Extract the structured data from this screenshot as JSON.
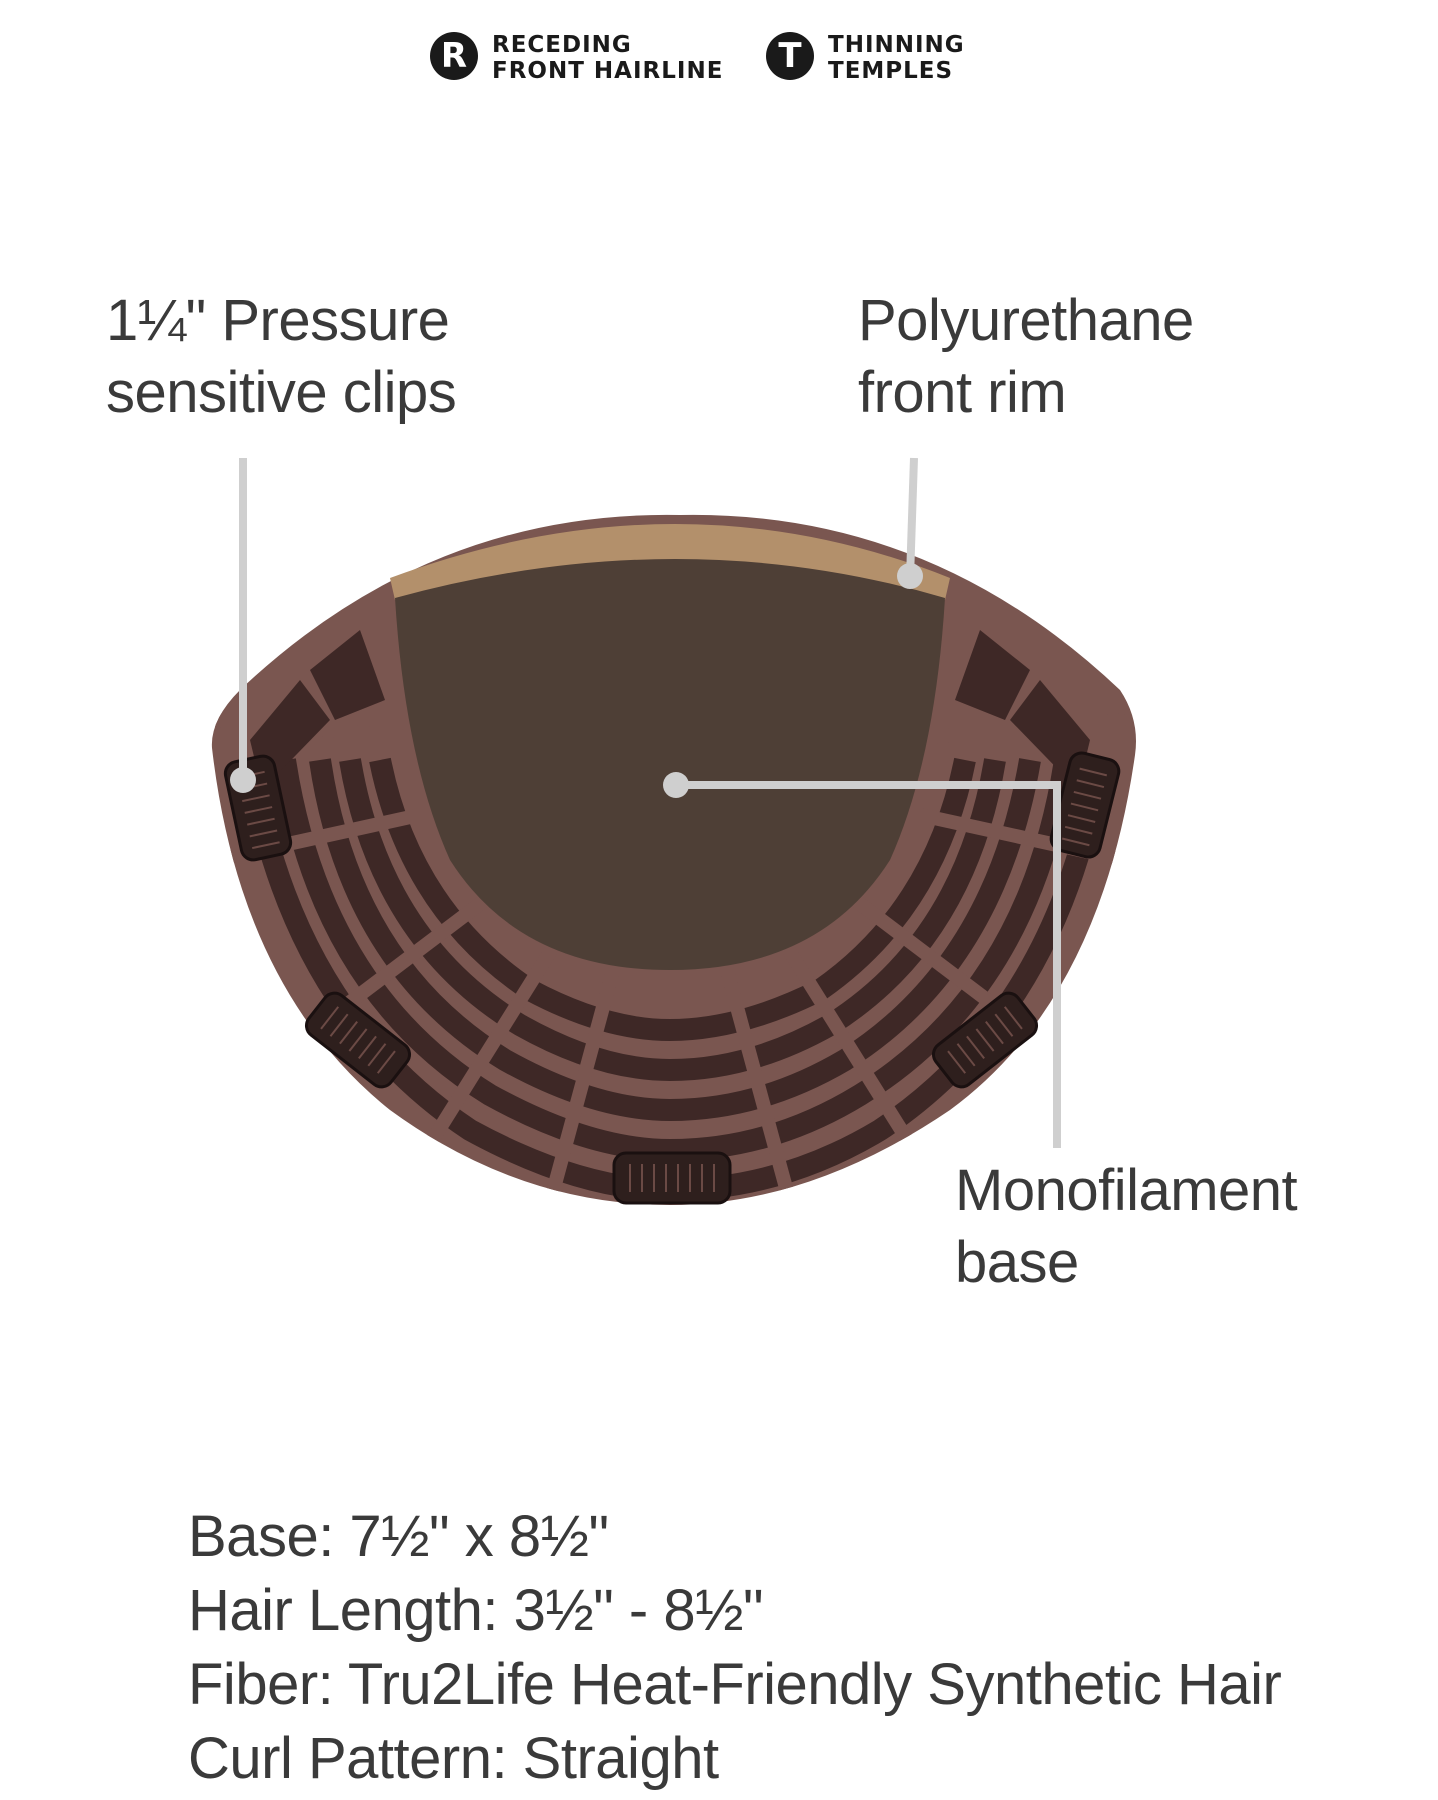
{
  "badges": [
    {
      "letter": "R",
      "line1": "RECEDING",
      "line2": "FRONT HAIRLINE",
      "icon": "receding-hairline-icon"
    },
    {
      "letter": "T",
      "line1": "THINNING",
      "line2": "TEMPLES",
      "icon": "thinning-temples-icon"
    }
  ],
  "callouts": {
    "clips": {
      "line1": "1¼\" Pressure",
      "line2": "sensitive clips"
    },
    "rim": {
      "line1": "Polyurethane",
      "line2": "front rim"
    },
    "base": {
      "line1": "Monofilament",
      "line2": "base"
    }
  },
  "specs": [
    "Base: 7½\" x 8½\"",
    "Hair Length: 3½\" - 8½\"",
    "Fiber: Tru2Life Heat-Friendly Synthetic Hair",
    "Curl Pattern: Straight"
  ],
  "colors": {
    "frame": "#7a5650",
    "grid_cell": "#3e2826",
    "mono_center": "#4e3f36",
    "rim": "#b3906b",
    "leader": "#cfcfcf",
    "clip": "#2e1f1d"
  }
}
